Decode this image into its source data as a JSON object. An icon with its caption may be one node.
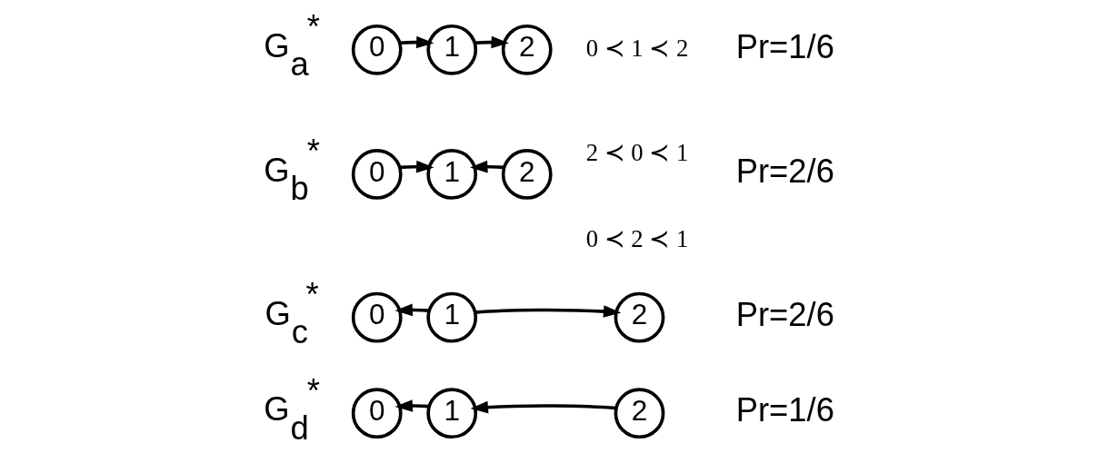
{
  "diagram": {
    "nodes": [
      {
        "text": [
          "0"
        ]
      },
      {
        "text": [
          "1"
        ]
      },
      {
        "text": [
          "2"
        ]
      },
      {
        "text": [
          "0"
        ]
      },
      {
        "text": [
          "1"
        ]
      },
      {
        "text": [
          "2"
        ]
      },
      {
        "text": [
          "0"
        ]
      },
      {
        "text": [
          "1"
        ]
      },
      {
        "text": [
          "2"
        ]
      },
      {
        "text": [
          "0"
        ]
      },
      {
        "text": [
          "1"
        ]
      },
      {
        "text": [
          "2"
        ]
      }
    ],
    "edges": [
      {
        "from": 0,
        "to": 1,
        "arrow": "to"
      },
      {
        "from": 1,
        "to": 2,
        "arrow": "to"
      },
      {
        "from": 3,
        "to": 4,
        "arrow": "to"
      },
      {
        "from": 5,
        "to": 4,
        "arrow": "to"
      },
      {
        "from": 7,
        "to": 6,
        "arrow": "to"
      },
      {
        "from": 7,
        "to": 8,
        "arrow": "to"
      },
      {
        "from": 10,
        "to": 9,
        "arrow": "to"
      },
      {
        "from": 11,
        "to": 10,
        "arrow": "to"
      }
    ],
    "labels": [
      "G$_{a}$$^{*}$",
      "0 ≺ 1 ≺ 2",
      "Pr=1/6",
      "G$_{b}$$^{*}$",
      "0 ≺ 2 ≺ 1",
      "2 ≺ 0 ≺ 1",
      "Pr=2/6",
      "G$_{c}$$^{*}$",
      "Pr=2/6",
      "G$_{d}$$^{*}$",
      "Pr=1/6"
    ]
  }
}
